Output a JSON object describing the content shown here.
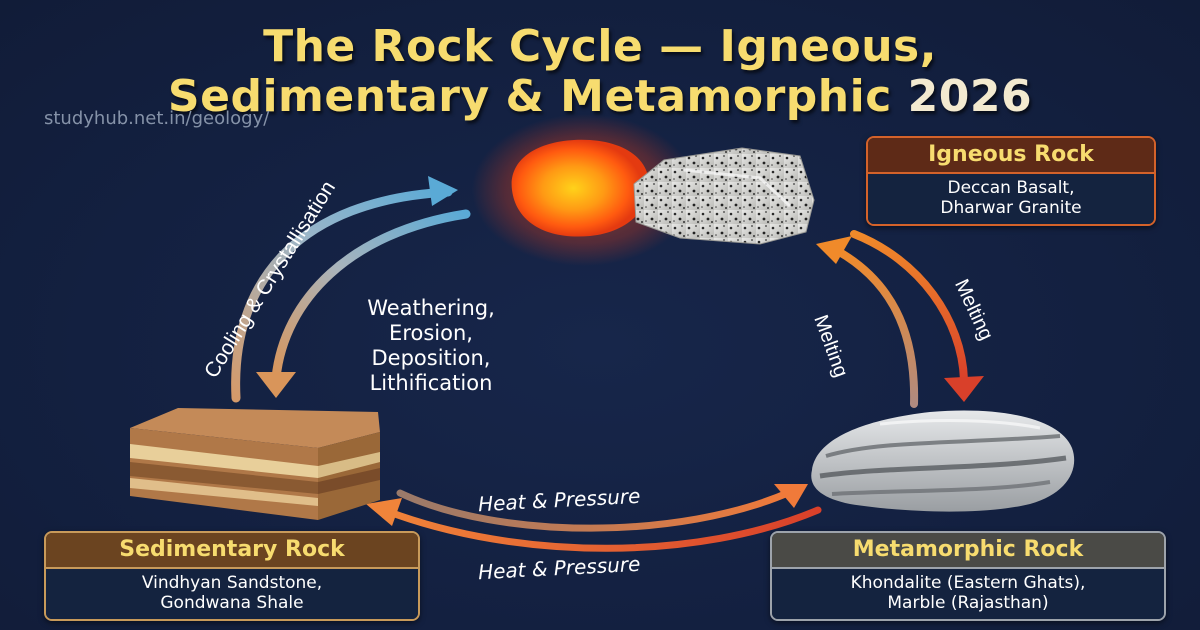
{
  "header": {
    "title_line1": "The Rock Cycle — Igneous,",
    "title_line2": "Sedimentary & Metamorphic",
    "title_year": "2026",
    "source_url": "studyhub.net.in/geology/"
  },
  "nodes": {
    "igneous": {
      "title": "Igneous Rock",
      "examples_line1": "Deccan Basalt,",
      "examples_line2": "Dharwar Granite",
      "icon": "magma-and-granite-icon",
      "accent": "#d4622a"
    },
    "sedimentary": {
      "title": "Sedimentary Rock",
      "examples_line1": "Vindhyan Sandstone,",
      "examples_line2": "Gondwana Shale",
      "icon": "sediment-layers-icon",
      "accent": "#c89a5a"
    },
    "metamorphic": {
      "title": "Metamorphic Rock",
      "examples_line1": "Khondalite (Eastern Ghats),",
      "examples_line2": "Marble (Rajasthan)",
      "icon": "banded-rock-icon",
      "accent": "#9da3ab"
    }
  },
  "processes": {
    "cooling": "Cooling & Crystallisation",
    "weathering_line1": "Weathering,",
    "weathering_line2": "Erosion,",
    "weathering_line3": "Deposition,",
    "weathering_line4": "Lithification",
    "melting_left": "Melting",
    "melting_right": "Melting",
    "heat_pressure_top": "Heat & Pressure",
    "heat_pressure_bottom": "Heat & Pressure"
  },
  "colors": {
    "background": "#14213d",
    "title": "#f7dc6f",
    "arrow_blue": "#5aaad6",
    "arrow_orange": "#f08a3a",
    "arrow_red": "#d9402a"
  }
}
